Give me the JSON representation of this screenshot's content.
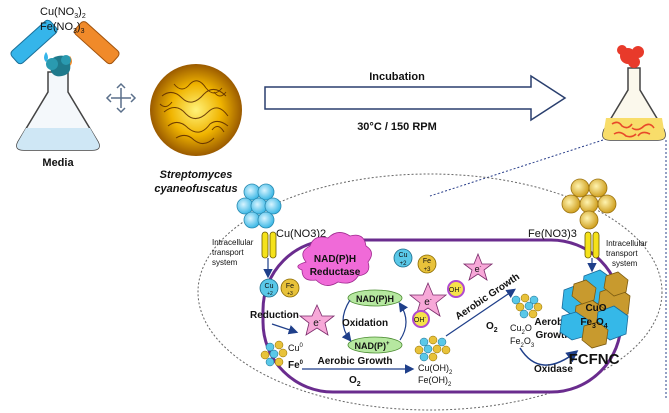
{
  "top": {
    "reagent_line1": "Cu(NO",
    "reagent_line1_sub": "3",
    "reagent_line1_end": ")",
    "reagent_line1_sub2": "2",
    "reagent_line2": "Fe(NO",
    "reagent_line2_sub": "3",
    "reagent_line2_end": ")",
    "reagent_line2_sub2": "3",
    "media_label": "Media",
    "organism_line1": "Streptomyces",
    "organism_line2": "cyaneofuscatus",
    "incubation_label": "Incubation",
    "conditions_label": "30°C / 150 RPM"
  },
  "cell": {
    "cu_nitrate": "Cu(NO3)2",
    "fe_nitrate": "Fe(NO3)3",
    "transport_left_1": "Intracellular",
    "transport_left_2": "transport",
    "transport_left_3": "system",
    "transport_right_1": "Intracellular",
    "transport_right_2": "transport",
    "transport_right_3": "system",
    "nadph_reductase_1": "NAD(P)H",
    "nadph_reductase_2": "Reductase",
    "ion_cu": "Cu",
    "ion_cu_charge": "+2",
    "ion_fe": "Fe",
    "ion_fe_charge": "+3",
    "electron": "e",
    "electron_sup": "-",
    "hydroxide": "OH",
    "hydroxide_sup": "-",
    "nadph": "NAD(P)H",
    "nadp": "NAD(P)",
    "nadp_sup": "+",
    "reduction_label": "Reduction",
    "oxidation_label": "Oxidation",
    "cu0": "Cu",
    "cu0_sup": "0",
    "fe0": "Fe",
    "fe0_sup": "0",
    "aerobic_growth_bottom": "Aerobic Growth",
    "o2_bottom": "O",
    "o2_sub": "2",
    "cuoh2": "Cu(OH)",
    "cuoh2_sub": "2",
    "feoh2": "Fe(OH)",
    "feoh2_sub": "2",
    "aerobic_growth_diag": "Aerobic Growth",
    "o2_mid": "O",
    "cu2o": "Cu",
    "cu2o_sub": "2",
    "cu2o_end": "O",
    "fe2o3": "Fe",
    "fe2o3_sub1": "2",
    "fe2o3_mid": "O",
    "fe2o3_sub2": "3",
    "aerobic_growth_right_1": "Aerobic",
    "aerobic_growth_right_2": "Growth",
    "oxidase_label": "Oxidase",
    "cuo": "CuO",
    "fe3o4": "Fe",
    "fe3o4_sub1": "3",
    "fe3o4_mid": "O",
    "fe3o4_sub2": "4",
    "product_label": "FCFNC"
  },
  "colors": {
    "membrane": "#6a2c8e",
    "arrow": "#1f3f8a",
    "cu_ion": "#5ac8e8",
    "fe_ion": "#e8c23a",
    "nad_green": "#b6e8a0",
    "reductase_pink": "#f06ad8",
    "star": "#f7a8d8",
    "hex_blue": "#35b8e8",
    "hex_gold": "#c89a2e"
  }
}
